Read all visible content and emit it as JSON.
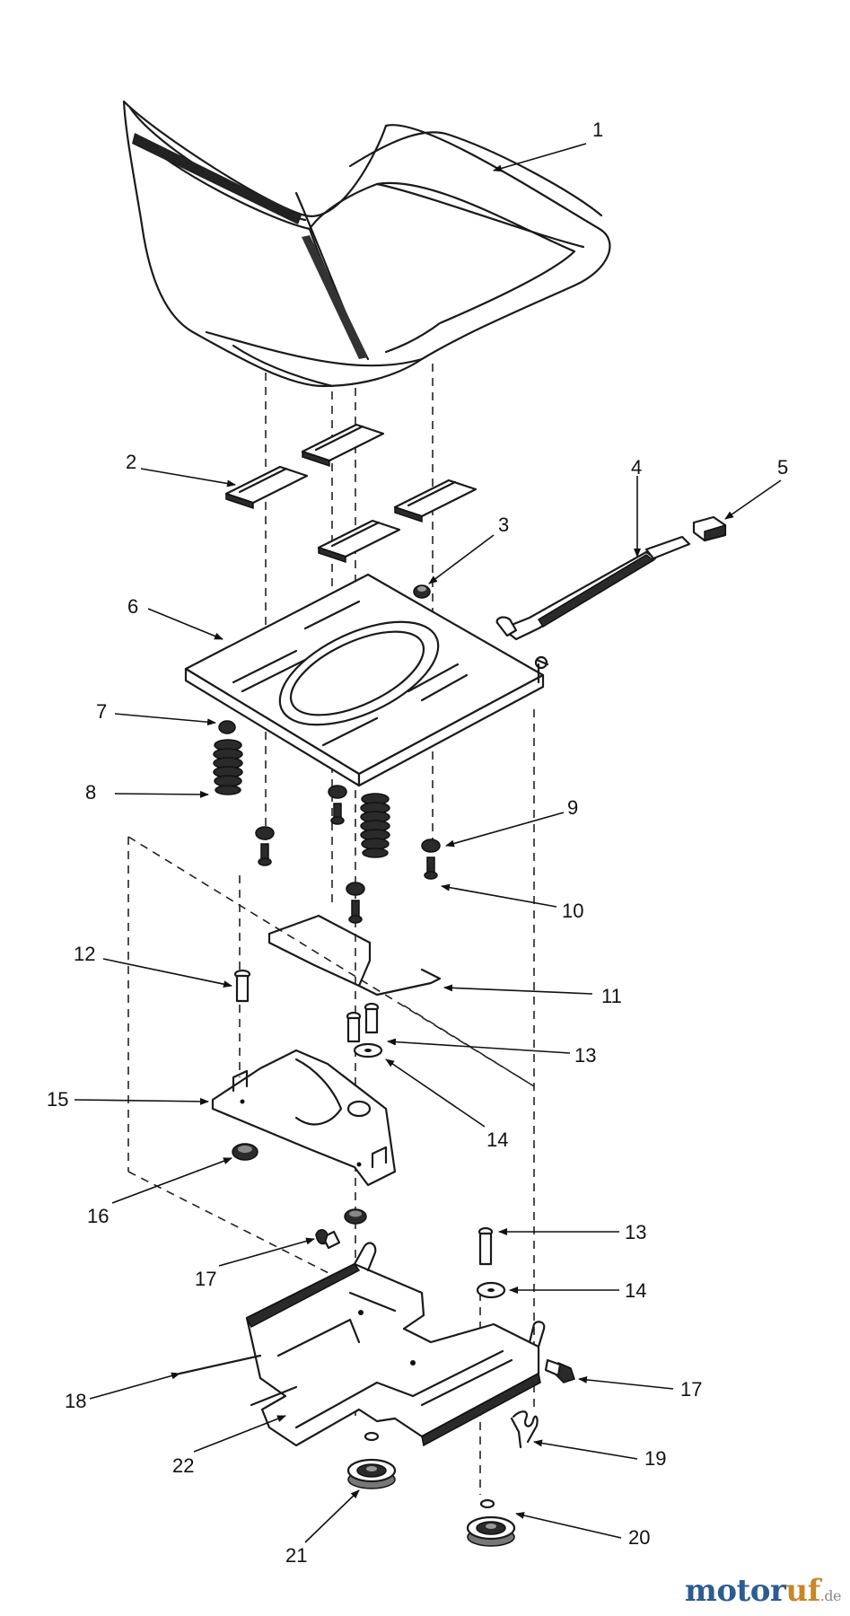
{
  "callouts": [
    "1",
    "2",
    "3",
    "4",
    "5",
    "6",
    "7",
    "8",
    "9",
    "10",
    "11",
    "12",
    "13",
    "14",
    "15",
    "16",
    "17",
    "18",
    "19",
    "20",
    "21",
    "22"
  ],
  "watermark": {
    "part1": "motor",
    "part2": "uf",
    "part3": ".de"
  },
  "colors": {
    "line": "#1a1a1a",
    "watermark_blue": "#2f5c8f",
    "watermark_orange": "#c8872a"
  }
}
